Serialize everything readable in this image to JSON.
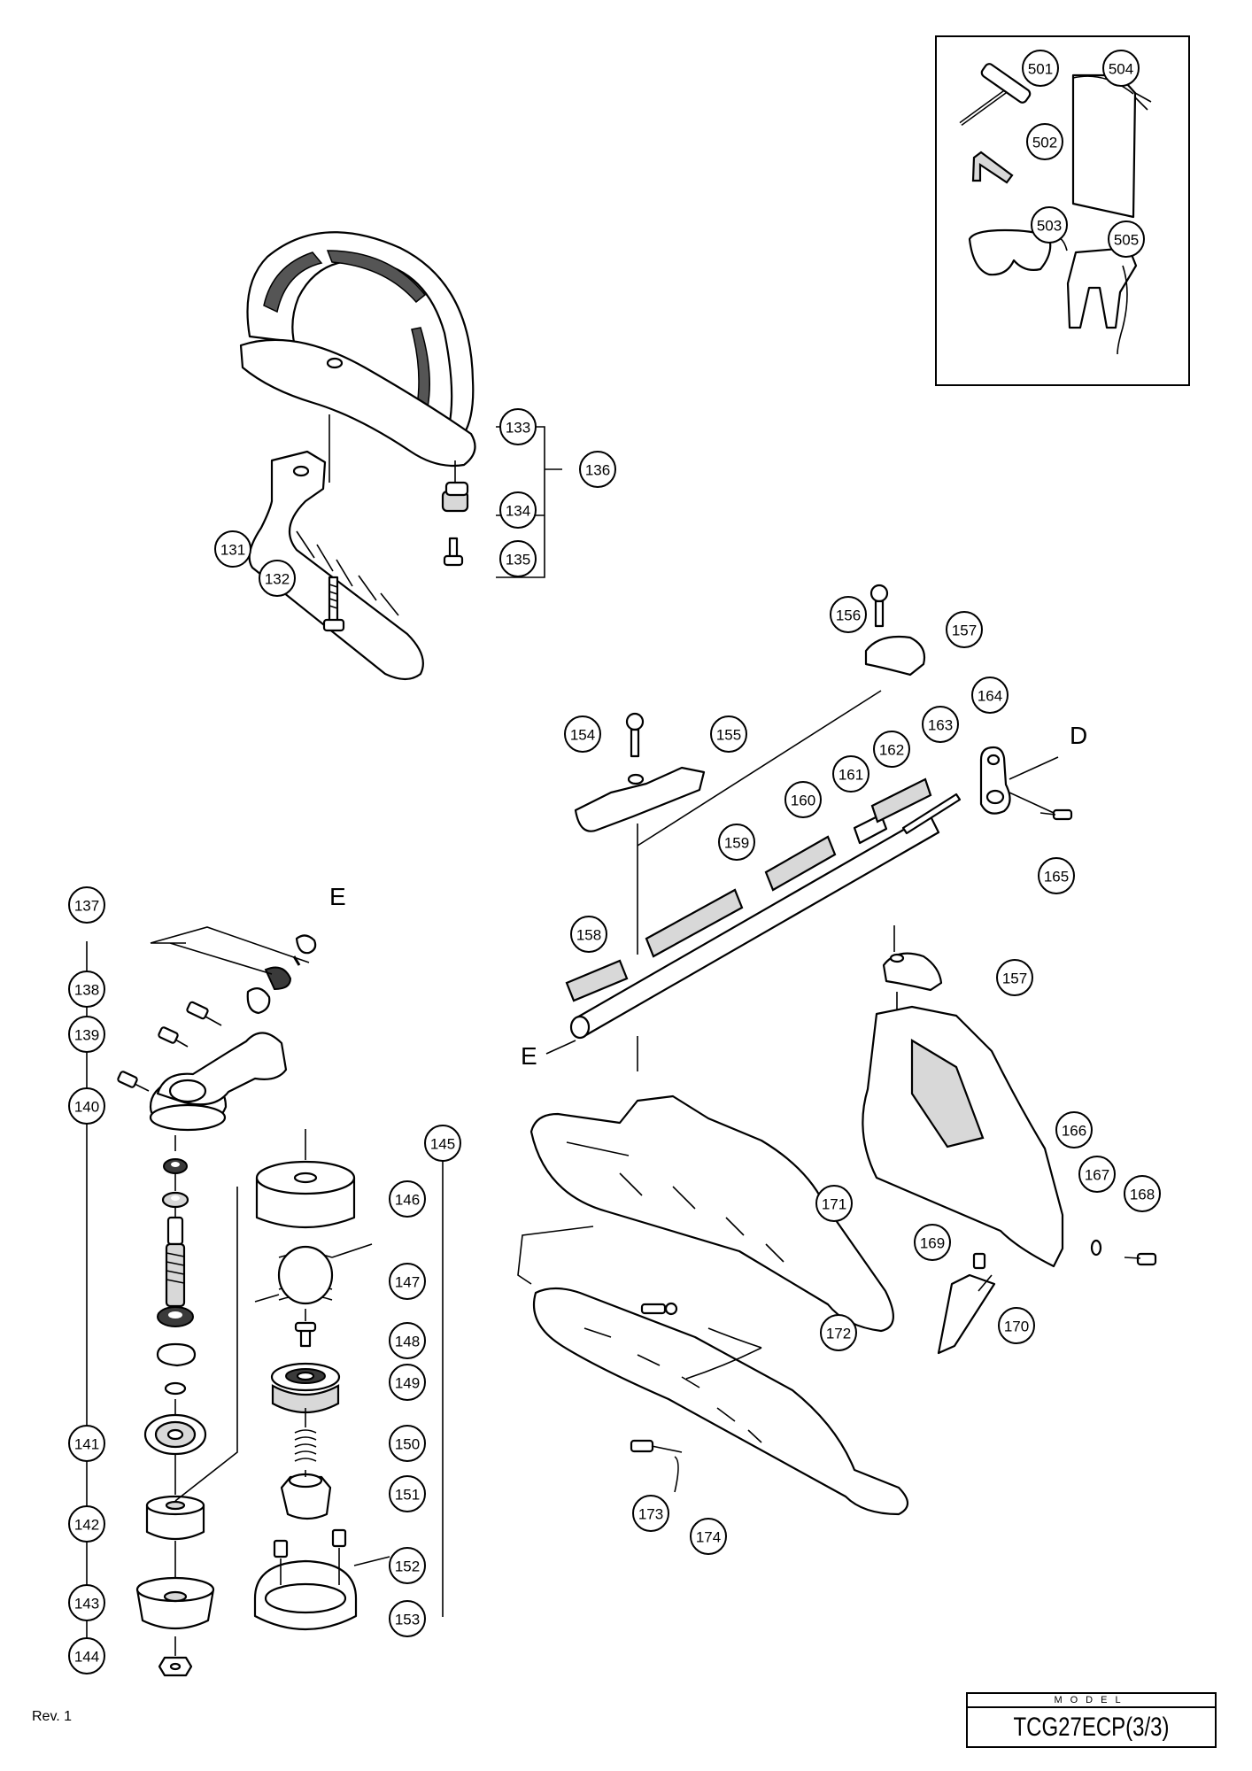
{
  "labels": {
    "direction_d": "D",
    "direction_e_top": "E",
    "direction_e_bottom": "E"
  },
  "footer": {
    "revision": "Rev. 1",
    "model_header": "MODEL",
    "model_value": "TCG27ECP(3/3)"
  },
  "callouts": [
    {
      "id": "501"
    },
    {
      "id": "502"
    },
    {
      "id": "503"
    },
    {
      "id": "504"
    },
    {
      "id": "505"
    },
    {
      "id": "131"
    },
    {
      "id": "132"
    },
    {
      "id": "133"
    },
    {
      "id": "134"
    },
    {
      "id": "135"
    },
    {
      "id": "136"
    },
    {
      "id": "137"
    },
    {
      "id": "138"
    },
    {
      "id": "139"
    },
    {
      "id": "140"
    },
    {
      "id": "141"
    },
    {
      "id": "142"
    },
    {
      "id": "143"
    },
    {
      "id": "144"
    },
    {
      "id": "145"
    },
    {
      "id": "146"
    },
    {
      "id": "147"
    },
    {
      "id": "148"
    },
    {
      "id": "149"
    },
    {
      "id": "150"
    },
    {
      "id": "151"
    },
    {
      "id": "152"
    },
    {
      "id": "153"
    },
    {
      "id": "154"
    },
    {
      "id": "155"
    },
    {
      "id": "156"
    },
    {
      "id": "157"
    },
    {
      "id": "157"
    },
    {
      "id": "158"
    },
    {
      "id": "159"
    },
    {
      "id": "160"
    },
    {
      "id": "161"
    },
    {
      "id": "162"
    },
    {
      "id": "163"
    },
    {
      "id": "164"
    },
    {
      "id": "165"
    },
    {
      "id": "166"
    },
    {
      "id": "167"
    },
    {
      "id": "168"
    },
    {
      "id": "169"
    },
    {
      "id": "170"
    },
    {
      "id": "171"
    },
    {
      "id": "172"
    },
    {
      "id": "173"
    },
    {
      "id": "174"
    }
  ]
}
